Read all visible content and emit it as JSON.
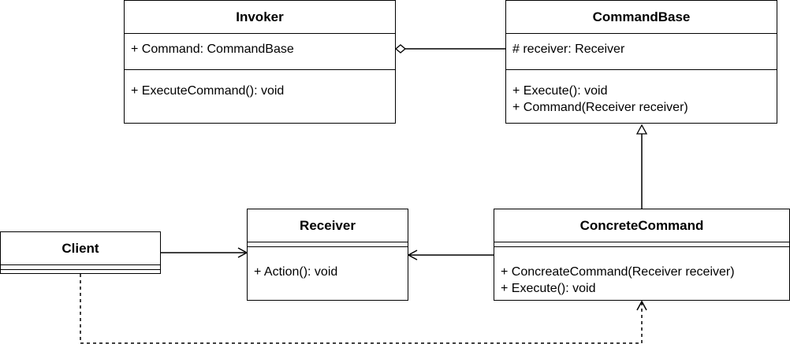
{
  "classes": {
    "invoker": {
      "name": "Invoker",
      "attributes": [
        "+ Command: CommandBase"
      ],
      "methods": [
        "+ ExecuteCommand(): void"
      ]
    },
    "command_base": {
      "name": "CommandBase",
      "attributes": [
        "# receiver: Receiver"
      ],
      "methods": [
        "+ Execute(): void",
        "+ Command(Receiver receiver)"
      ]
    },
    "receiver": {
      "name": "Receiver",
      "attributes": [],
      "methods": [
        "+ Action(): void"
      ]
    },
    "concrete_command": {
      "name": "ConcreteCommand",
      "attributes": [],
      "methods": [
        "+ ConcreateCommand(Receiver receiver)",
        "+ Execute(): void"
      ]
    },
    "client": {
      "name": "Client",
      "attributes": [],
      "methods": []
    }
  },
  "relations": [
    {
      "from": "invoker",
      "to": "command_base",
      "type": "aggregation"
    },
    {
      "from": "concrete_command",
      "to": "command_base",
      "type": "generalization"
    },
    {
      "from": "concrete_command",
      "to": "receiver",
      "type": "association"
    },
    {
      "from": "client",
      "to": "receiver",
      "type": "association"
    },
    {
      "from": "client",
      "to": "concrete_command",
      "type": "dependency"
    }
  ]
}
